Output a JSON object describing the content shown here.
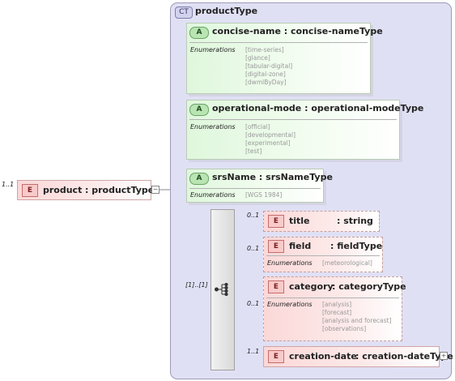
{
  "complex_type": {
    "badge": "CT",
    "name": "productType"
  },
  "root": {
    "badge": "E",
    "name": "product",
    "type": ": productType",
    "multiplicity": "1..1"
  },
  "attributes": [
    {
      "badge": "A",
      "name": "concise-name",
      "type": ": concise-nameType",
      "enum_label": "Enumerations",
      "values": [
        "[time-series]",
        "[glance]",
        "[tabular-digital]",
        "[digital-zone]",
        "[dwmlByDay]"
      ]
    },
    {
      "badge": "A",
      "name": "operational-mode",
      "type": ": operational-modeType",
      "enum_label": "Enumerations",
      "values": [
        "[official]",
        "[developmental]",
        "[experimental]",
        "[test]"
      ]
    },
    {
      "badge": "A",
      "name": "srsName",
      "type": ": srsNameType",
      "enum_label": "Enumerations",
      "values": [
        "[WGS 1984]"
      ]
    }
  ],
  "sequence": {
    "multiplicity": "[1]..[1]"
  },
  "elements": [
    {
      "badge": "E",
      "name": "title",
      "type": ": string",
      "multiplicity": "0..1"
    },
    {
      "badge": "E",
      "name": "field",
      "type": ": fieldType",
      "multiplicity": "0..1",
      "enum_label": "Enumerations",
      "values": [
        "[meteorological]"
      ]
    },
    {
      "badge": "E",
      "name": "category",
      "type": ": categoryType",
      "multiplicity": "0..1",
      "enum_label": "Enumerations",
      "values": [
        "[analysis]",
        "[forecast]",
        "[analysis and forecast]",
        "[observations]"
      ]
    },
    {
      "badge": "E",
      "name": "creation-date",
      "type": ": creation-dateType",
      "multiplicity": "1..1"
    }
  ]
}
